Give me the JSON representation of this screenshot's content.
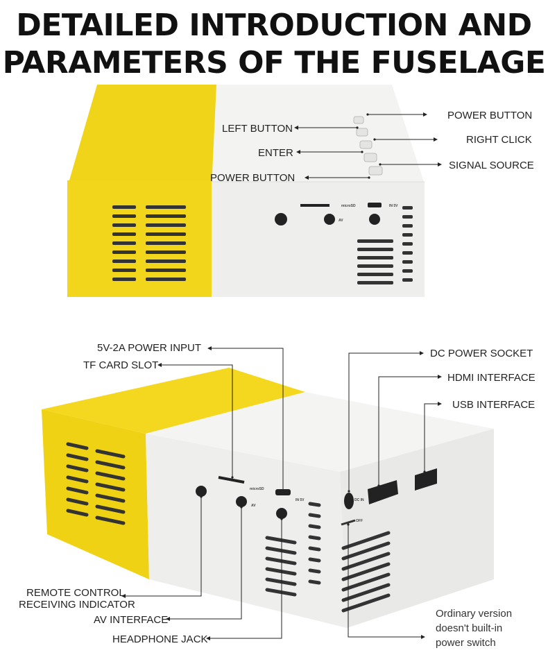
{
  "title": {
    "line1": "DETAILED INTRODUCTION AND",
    "line2": "PARAMETERS OF THE FUSELAGE"
  },
  "top_view": {
    "labels": {
      "power_button_right": "POWER BUTTON",
      "right_click": "RIGHT CLICK",
      "signal_source": "SIGNAL SOURCE",
      "left_button": "LEFT BUTTON",
      "enter": "ENTER",
      "power_button_left": "POWER BUTTON"
    },
    "port_marks": {
      "microsd": "microSD",
      "in5v": "IN 5V",
      "av": "AV"
    }
  },
  "bottom_view": {
    "labels": {
      "power_input": "5V-2A POWER INPUT",
      "tf_card": "TF CARD SLOT",
      "dc_socket": "DC POWER SOCKET",
      "hdmi": "HDMI INTERFACE",
      "usb": "USB INTERFACE",
      "remote_line1": "REMOTE CONTROL",
      "remote_line2": "RECEIVING INDICATOR",
      "av": "AV INTERFACE",
      "headphone": "HEADPHONE JACK"
    },
    "note": {
      "line1": "Ordinary version",
      "line2": "doesn't built-in",
      "line3": "power switch"
    },
    "port_marks": {
      "microsd": "microSD",
      "in5v": "IN 5V",
      "av": "AV",
      "dcin": "DC IN",
      "off": "OFF"
    }
  },
  "colors": {
    "yellow": "#f2d61b",
    "white_body": "#f1f1ef",
    "black": "#111111"
  }
}
